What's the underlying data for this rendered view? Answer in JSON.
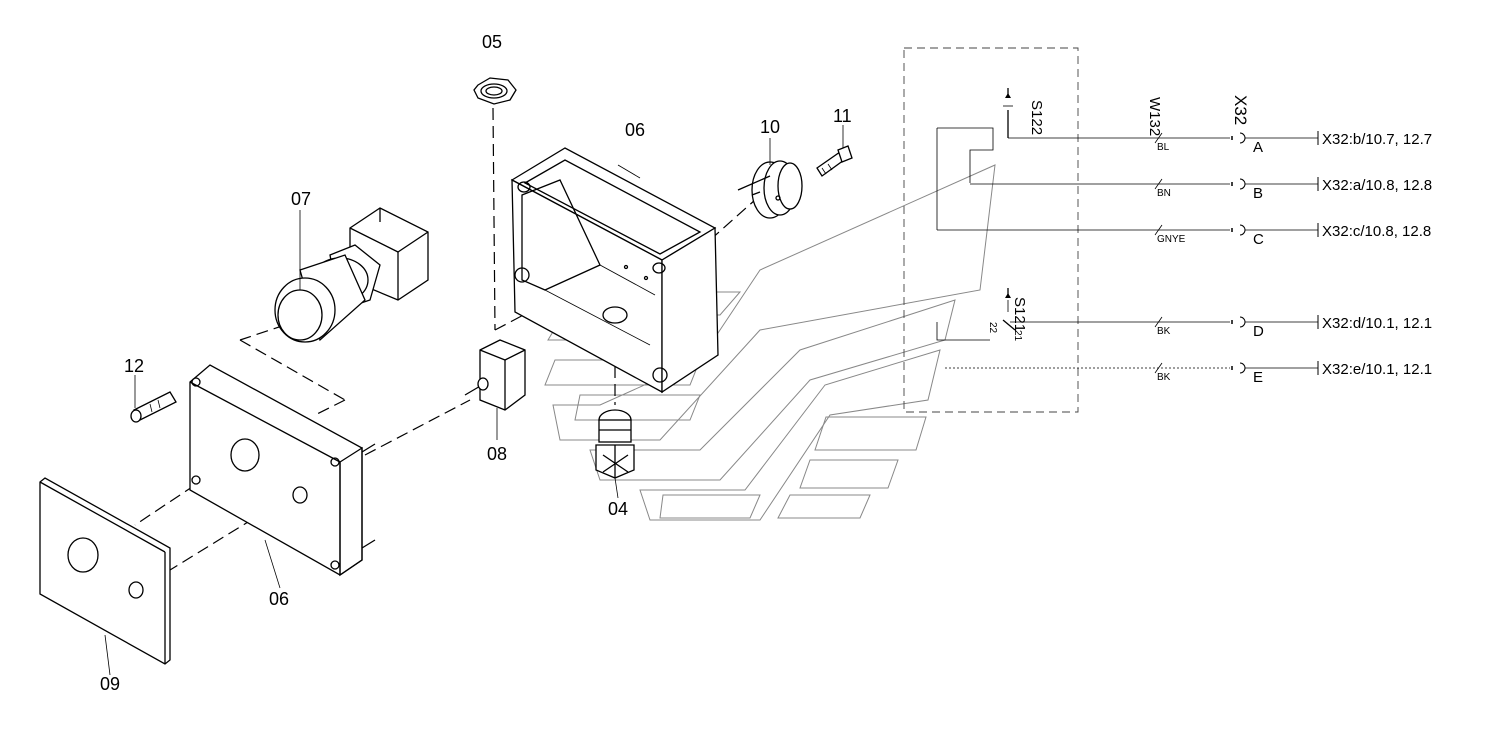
{
  "parts": {
    "p04": "04",
    "p05": "05",
    "p06_top": "06",
    "p06_bottom": "06",
    "p07": "07",
    "p08": "08",
    "p09": "09",
    "p10": "10",
    "p11": "11",
    "p12": "12"
  },
  "schematic": {
    "switch_s122": "S122",
    "switch_s121": "S121",
    "cable": "W132",
    "connector": "X32",
    "s121_pin_21": "21",
    "s121_pin_22": "22",
    "wires": [
      {
        "color": "BL",
        "pin": "A",
        "dest": "X32:b/10.7, 12.7"
      },
      {
        "color": "BN",
        "pin": "B",
        "dest": "X32:a/10.8, 12.8"
      },
      {
        "color": "GNYE",
        "pin": "C",
        "dest": "X32:c/10.8, 12.8"
      },
      {
        "color": "BK",
        "pin": "D",
        "dest": "X32:d/10.1, 12.1"
      },
      {
        "color": "BK",
        "pin": "E",
        "dest": "X32:e/10.1, 12.1"
      }
    ]
  }
}
